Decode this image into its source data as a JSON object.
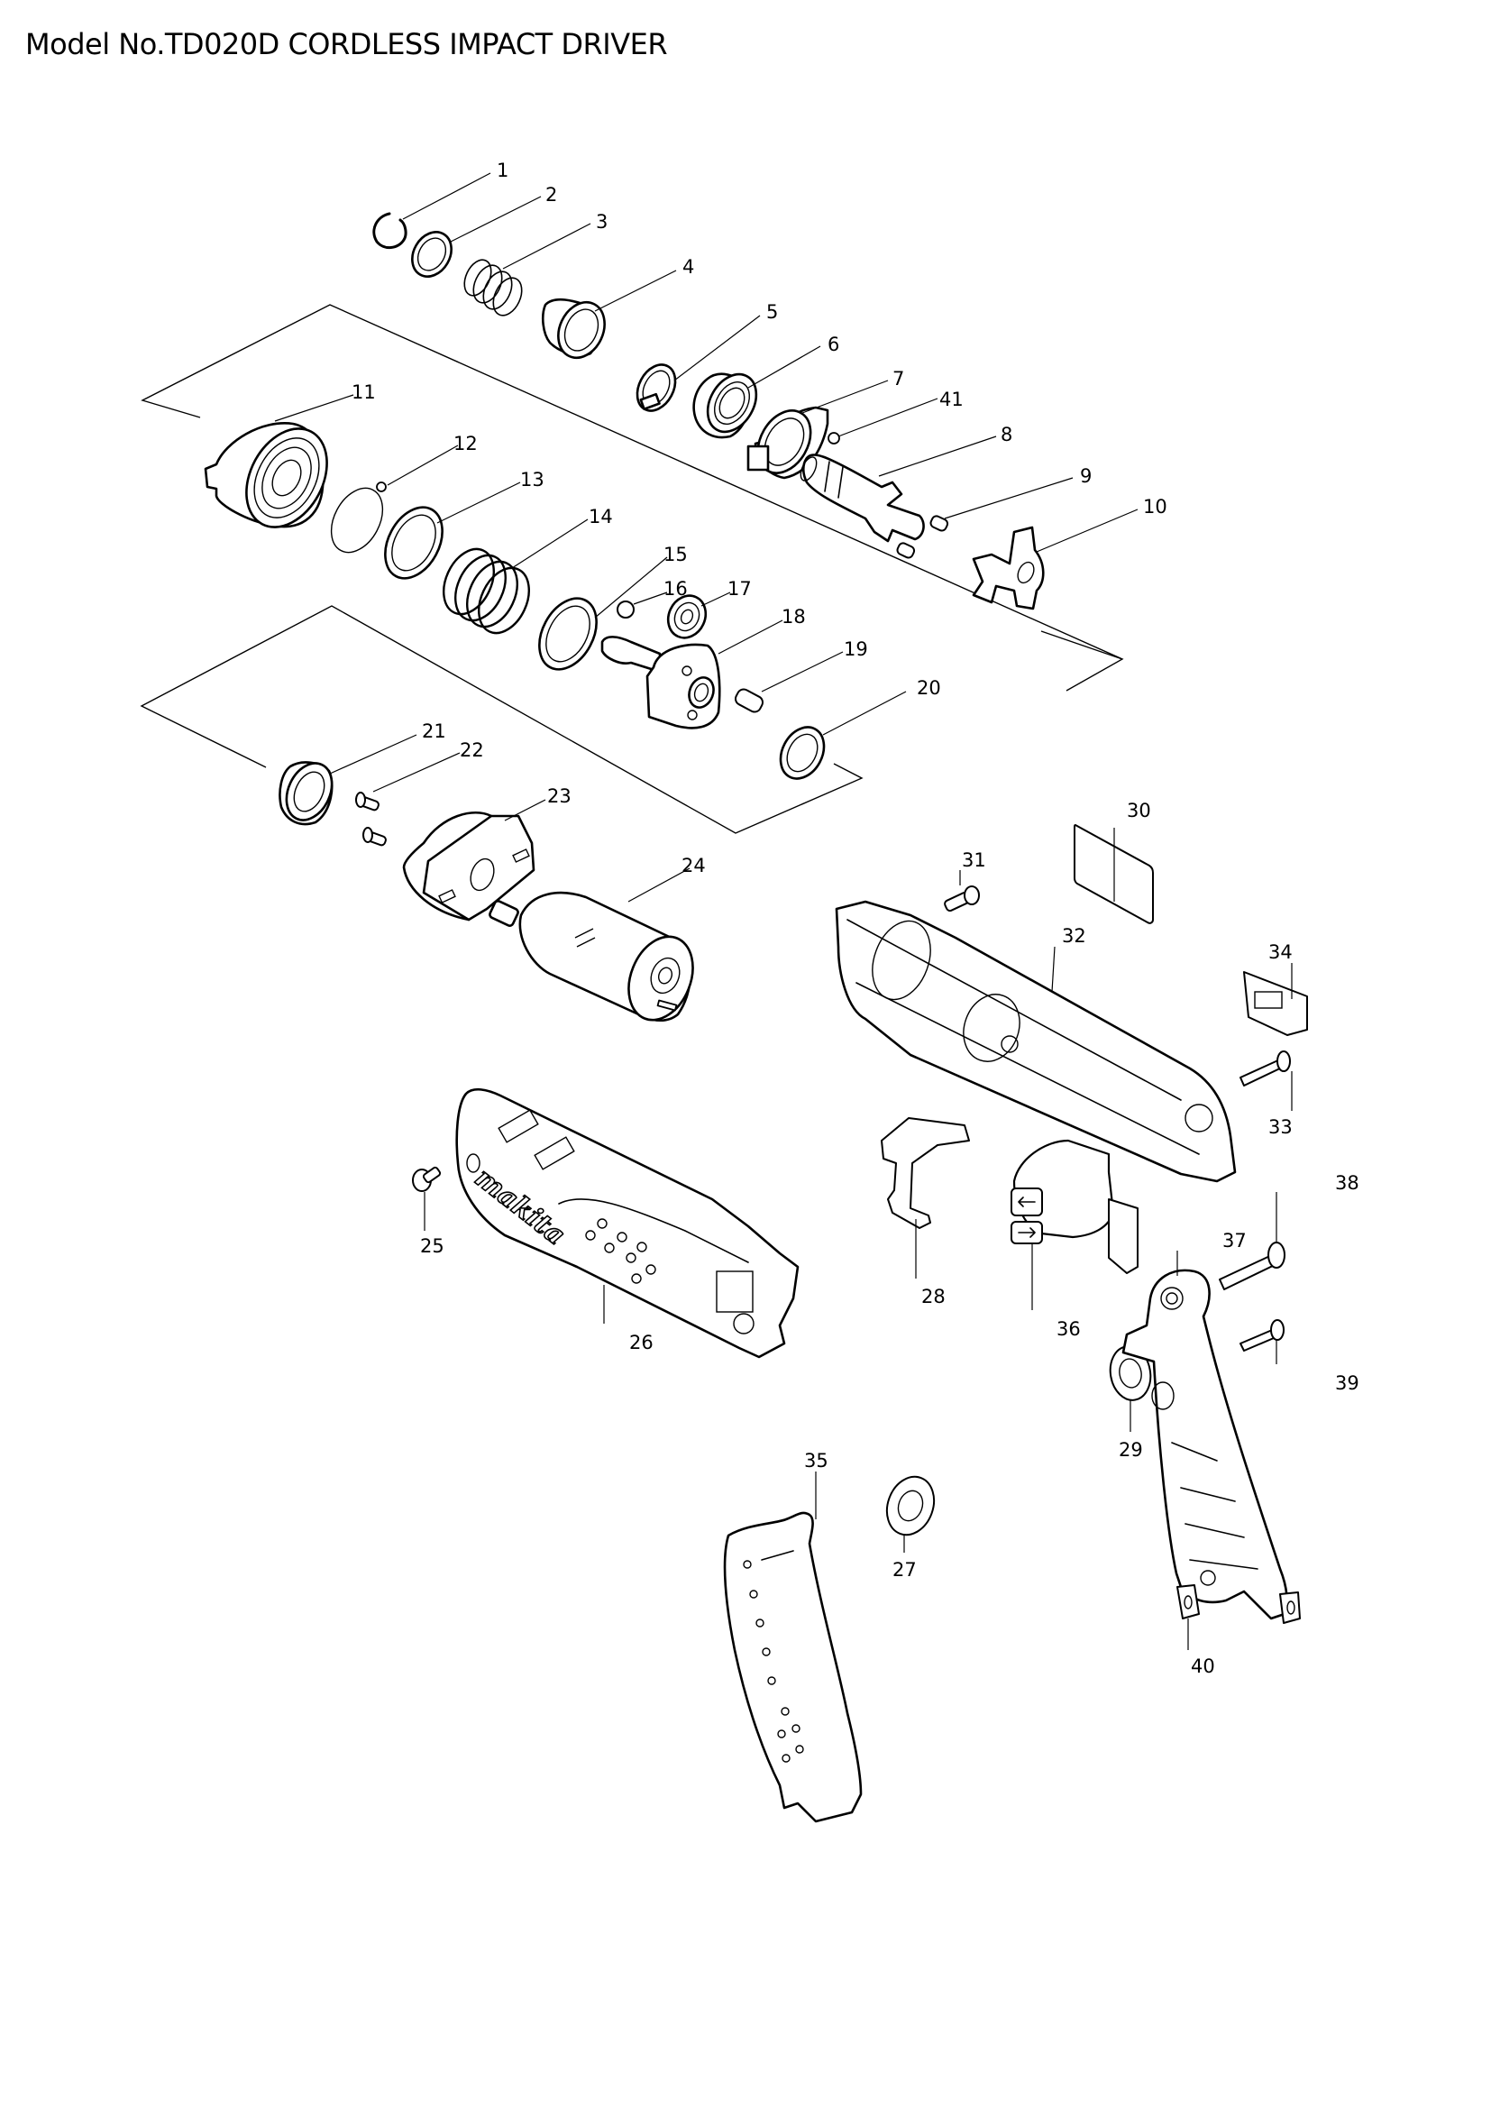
{
  "header": {
    "title": "Model No.TD020D CORDLESS IMPACT DRIVER"
  },
  "diagram": {
    "type": "exploded-parts-diagram",
    "brand_marking": "makita",
    "callouts": [
      {
        "id": "p1",
        "label": "1",
        "part": "retaining-ring"
      },
      {
        "id": "p2",
        "label": "2",
        "part": "ring"
      },
      {
        "id": "p3",
        "label": "3",
        "part": "compression-spring"
      },
      {
        "id": "p4",
        "label": "4",
        "part": "sleeve"
      },
      {
        "id": "p5",
        "label": "5",
        "part": "retaining-ring-s"
      },
      {
        "id": "p6",
        "label": "6",
        "part": "ball-bearing"
      },
      {
        "id": "p7",
        "label": "7",
        "part": "bearing-retainer"
      },
      {
        "id": "p41",
        "label": "41",
        "part": "steel-ball"
      },
      {
        "id": "p8",
        "label": "8",
        "part": "anvil"
      },
      {
        "id": "p9",
        "label": "9",
        "part": "pin"
      },
      {
        "id": "p10",
        "label": "10",
        "part": "hammer-cam"
      },
      {
        "id": "p11",
        "label": "11",
        "part": "hammer"
      },
      {
        "id": "p12",
        "label": "12",
        "part": "steel-balls-ring"
      },
      {
        "id": "p13",
        "label": "13",
        "part": "flat-washer"
      },
      {
        "id": "p14",
        "label": "14",
        "part": "compression-spring"
      },
      {
        "id": "p15",
        "label": "15",
        "part": "flat-washer"
      },
      {
        "id": "p16",
        "label": "16",
        "part": "steel-ball"
      },
      {
        "id": "p17",
        "label": "17",
        "part": "spur-gear"
      },
      {
        "id": "p18",
        "label": "18",
        "part": "spindle"
      },
      {
        "id": "p19",
        "label": "19",
        "part": "pin"
      },
      {
        "id": "p20",
        "label": "20",
        "part": "flat-washer"
      },
      {
        "id": "p21",
        "label": "21",
        "part": "ball-bearing"
      },
      {
        "id": "p22",
        "label": "22",
        "part": "screw"
      },
      {
        "id": "p23",
        "label": "23",
        "part": "internal-gear-housing"
      },
      {
        "id": "p24",
        "label": "24",
        "part": "dc-motor"
      },
      {
        "id": "p25",
        "label": "25",
        "part": "screw"
      },
      {
        "id": "p26",
        "label": "26",
        "part": "housing-set"
      },
      {
        "id": "p27",
        "label": "27",
        "part": "hinge-washer"
      },
      {
        "id": "p28",
        "label": "28",
        "part": "switch-lever"
      },
      {
        "id": "p29",
        "label": "29",
        "part": "hinge-washer"
      },
      {
        "id": "p30",
        "label": "30",
        "part": "name-plate"
      },
      {
        "id": "p31",
        "label": "31",
        "part": "screw"
      },
      {
        "id": "p32",
        "label": "32",
        "part": "housing"
      },
      {
        "id": "p33",
        "label": "33",
        "part": "tapping-screw"
      },
      {
        "id": "p34",
        "label": "34",
        "part": "switch-cover"
      },
      {
        "id": "p35",
        "label": "35",
        "part": "grip-cover"
      },
      {
        "id": "p36",
        "label": "36",
        "part": "switch"
      },
      {
        "id": "p37",
        "label": "37",
        "part": "grip"
      },
      {
        "id": "p38",
        "label": "38",
        "part": "tapping-screw"
      },
      {
        "id": "p39",
        "label": "39",
        "part": "tapping-screw"
      },
      {
        "id": "p40",
        "label": "40",
        "part": "square-nut"
      }
    ]
  }
}
